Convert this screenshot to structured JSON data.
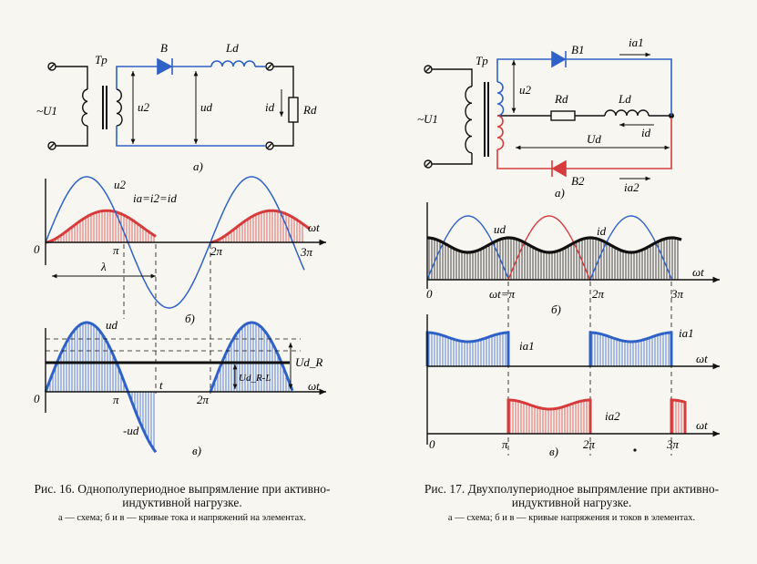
{
  "colors": {
    "red": "#d63c3c",
    "blue": "#2f62c8",
    "black": "#111111"
  },
  "fig16": {
    "labels": {
      "tp": "Tp",
      "diode": "B",
      "ld": "Ld",
      "u1": "~U1",
      "u2": "u2",
      "ud": "ud",
      "id": "id",
      "rd": "Rd",
      "wave_u2": "u2",
      "wave_ia": "iа=i2=id",
      "omega_t": "ωt",
      "zero": "0",
      "pi": "π",
      "two_pi": "2π",
      "three_pi": "3π",
      "lambda": "λ",
      "wave_ud": "ud",
      "minus_ud": "-ud",
      "t_mark": "t",
      "ud_r": "Ud_R",
      "ud_rl": "Ud_R-L"
    },
    "sub_a": "а)",
    "sub_b": "б)",
    "sub_c": "в)",
    "caption_title": "Рис. 16. Однополупериодное выпрямление при активно-индуктивной нагрузке.",
    "caption_sub": "а — схема; б и в — кривые тока и напряжений на элементах."
  },
  "fig17": {
    "labels": {
      "tp": "Tp",
      "b1": "B1",
      "b2": "B2",
      "ia1": "ia1",
      "ia2": "ia2",
      "u1": "~U1",
      "u2": "u2",
      "rd": "Rd",
      "ld": "Ld",
      "id": "id",
      "ud_big": "Ud",
      "wave_ud": "ud",
      "wave_id": "id",
      "omega_t": "ωt",
      "zero": "0",
      "pi_eq": "ωt=π",
      "two_pi": "2π",
      "three_pi": "3π",
      "wave_ia1": "ia1",
      "wave_ia2": "ia2",
      "pi": "π"
    },
    "sub_a": "а)",
    "sub_b": "б)",
    "sub_c": "в)",
    "caption_title": "Рис. 17. Двухполупериодное выпрямление при активно-индуктивной нагрузке.",
    "caption_sub": "а — схема; б и в — кривые напряжения и токов в элементах."
  }
}
